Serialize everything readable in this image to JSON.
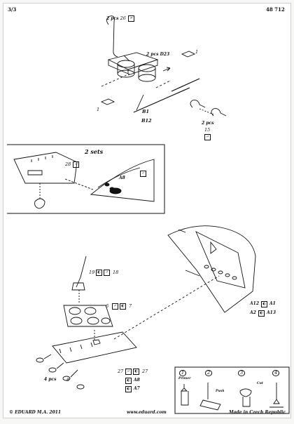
{
  "header": {
    "page": "3/3",
    "code": "48 712"
  },
  "callouts": {
    "hooks_top": {
      "count": "2 pcs",
      "part": "26"
    },
    "d23": {
      "label": "2 pcs D23"
    },
    "part_1_right": "1",
    "part_1_left": "1",
    "b1": "B1",
    "b12": "B12",
    "hooks_right": {
      "count": "2 pcs",
      "part": "15"
    }
  },
  "section_sets": {
    "title": "2 sets",
    "part_28": "28",
    "a8": "A8"
  },
  "lower": {
    "antenna": {
      "part_19": "19",
      "part_18": "18"
    },
    "tray": {
      "part_6": "6",
      "part_7": "7"
    },
    "plate": {
      "part_27a": "27",
      "part_27b": "27",
      "a8": "A8",
      "a7": "A7",
      "count": "4 pcs",
      "part_8": "8"
    },
    "fuselage": {
      "a12": "A12",
      "a1": "A1",
      "a2": "A2",
      "a13": "A13"
    }
  },
  "detail_steps": {
    "s1": "1",
    "s2": "2",
    "s3": "3",
    "s4": "4",
    "push": "Push",
    "cut": "Cut",
    "primer": "Primer"
  },
  "footer": {
    "copyright": "© EDUARD  M.A. 2011",
    "website": "www.eduard.com",
    "origin": "Made in Czech Republic"
  },
  "icons": [
    "bend-icon",
    "paint-icon",
    "remove-icon",
    "glue-icon"
  ]
}
